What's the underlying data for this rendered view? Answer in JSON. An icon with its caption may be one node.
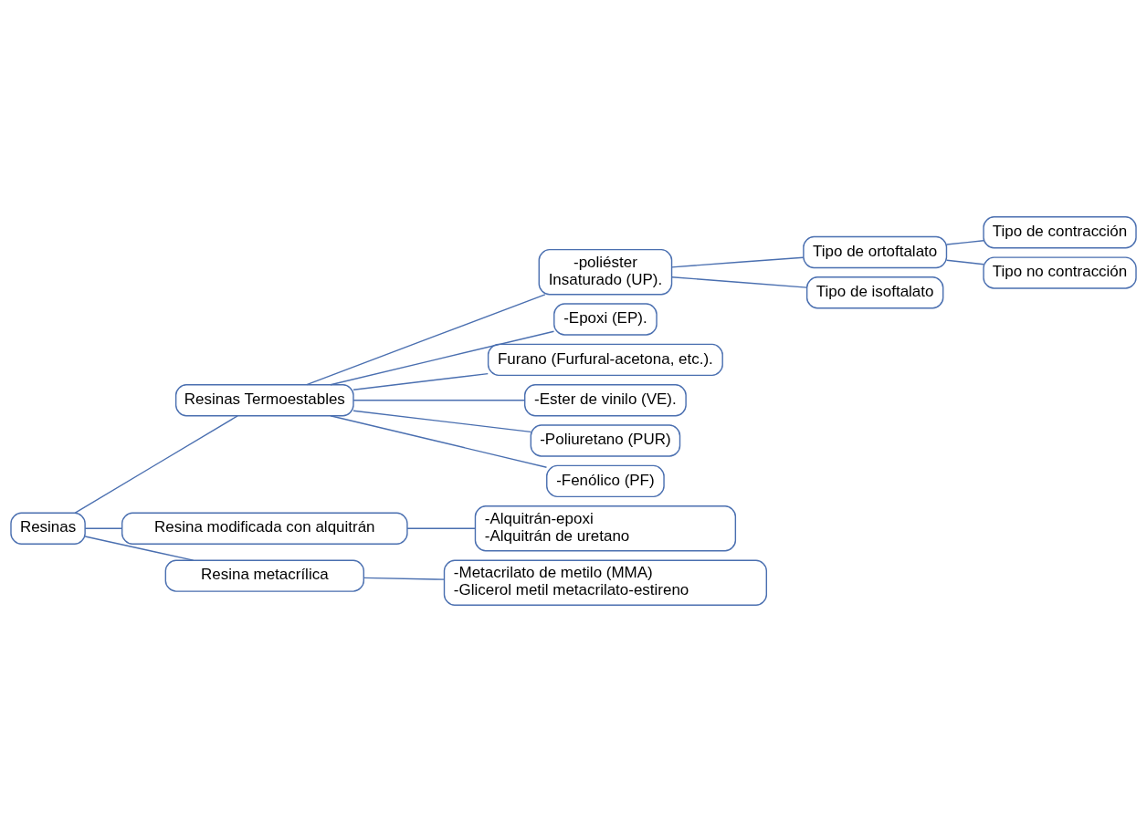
{
  "diagram": {
    "nodes": [
      {
        "text": [
          "Resinas"
        ]
      },
      {
        "text": [
          "Resinas Termoestables"
        ]
      },
      {
        "text": [
          "-poliéster",
          "Insaturado (UP)."
        ]
      },
      {
        "text": [
          "Tipo de ortoftalato"
        ]
      },
      {
        "text": [
          "Tipo de contracción"
        ]
      },
      {
        "text": [
          "Tipo no contracción"
        ]
      },
      {
        "text": [
          "Tipo de isoftalato"
        ]
      },
      {
        "text": [
          "-Epoxi (EP)."
        ]
      },
      {
        "text": [
          "Furano (Furfural-acetona, etc.)."
        ]
      },
      {
        "text": [
          "-Ester de vinilo (VE)."
        ]
      },
      {
        "text": [
          "-Poliuretano (PUR)"
        ]
      },
      {
        "text": [
          "-Fenólico (PF)"
        ]
      },
      {
        "text": [
          "Resina modificada con alquitrán"
        ]
      },
      {
        "text": [
          "-Alquitrán-epoxi",
          "-Alquitrán de uretano"
        ]
      },
      {
        "text": [
          "Resina metacrílica"
        ]
      },
      {
        "text": [
          "-Metacrilato de metilo (MMA)",
          "-Glicerol metil metacrilato-estireno"
        ]
      }
    ],
    "edges": [
      {
        "from": 0,
        "to": 1,
        "arrow": "none"
      },
      {
        "from": 1,
        "to": 2,
        "arrow": "none"
      },
      {
        "from": 2,
        "to": 3,
        "arrow": "none"
      },
      {
        "from": 3,
        "to": 4,
        "arrow": "none"
      },
      {
        "from": 3,
        "to": 5,
        "arrow": "none"
      },
      {
        "from": 2,
        "to": 6,
        "arrow": "none"
      },
      {
        "from": 1,
        "to": 7,
        "arrow": "none"
      },
      {
        "from": 1,
        "to": 8,
        "arrow": "none"
      },
      {
        "from": 1,
        "to": 9,
        "arrow": "none"
      },
      {
        "from": 1,
        "to": 10,
        "arrow": "none"
      },
      {
        "from": 1,
        "to": 11,
        "arrow": "none"
      },
      {
        "from": 0,
        "to": 12,
        "arrow": "none"
      },
      {
        "from": 12,
        "to": 13,
        "arrow": "none"
      },
      {
        "from": 0,
        "to": 14,
        "arrow": "none"
      },
      {
        "from": 14,
        "to": 15,
        "arrow": "none"
      }
    ]
  }
}
